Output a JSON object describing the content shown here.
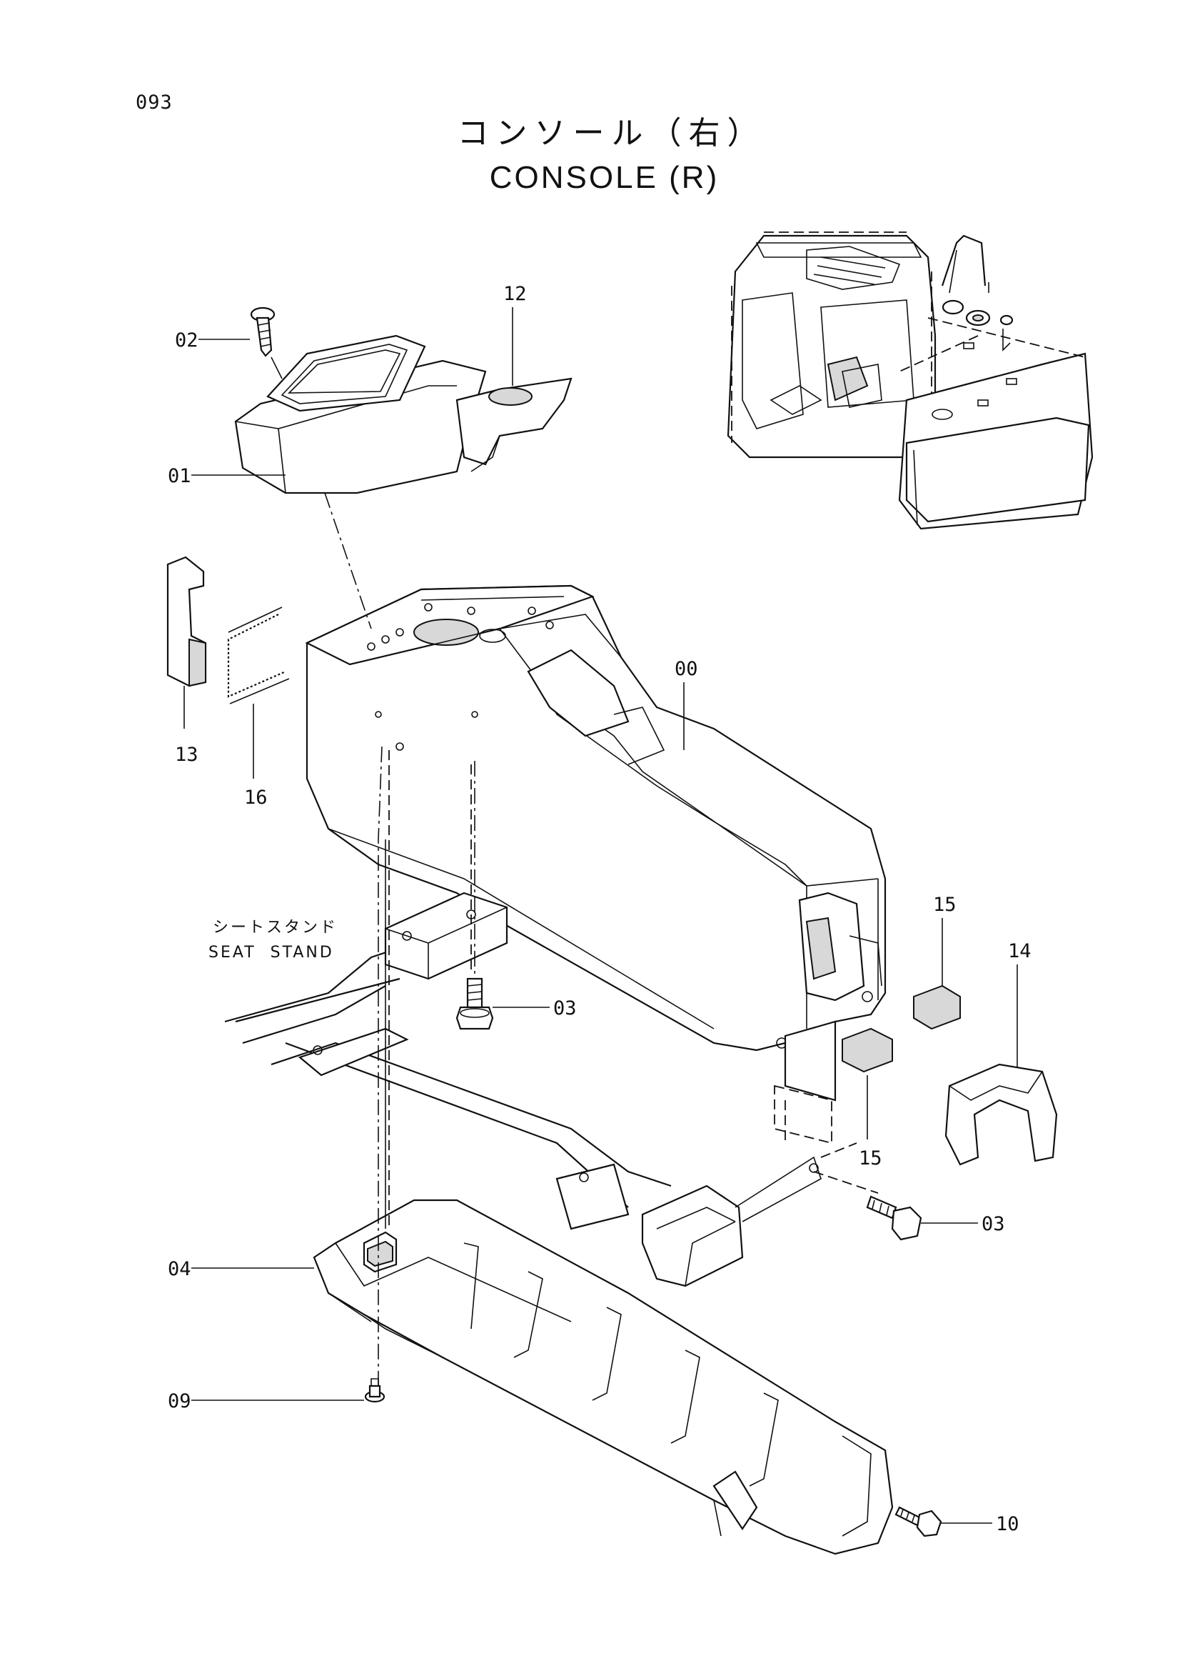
{
  "page_number": "093",
  "title": {
    "japanese": "コンソール（右）",
    "english": "CONSOLE (R)"
  },
  "callouts": {
    "p00": "00",
    "p01": "01",
    "p02": "02",
    "p03a": "03",
    "p03b": "03",
    "p04": "04",
    "p09": "09",
    "p10": "10",
    "p12": "12",
    "p13": "13",
    "p14": "14",
    "p15a": "15",
    "p15b": "15",
    "p16": "16"
  },
  "seat_stand": {
    "japanese": "シートスタンド",
    "english": "SEAT  STAND"
  }
}
